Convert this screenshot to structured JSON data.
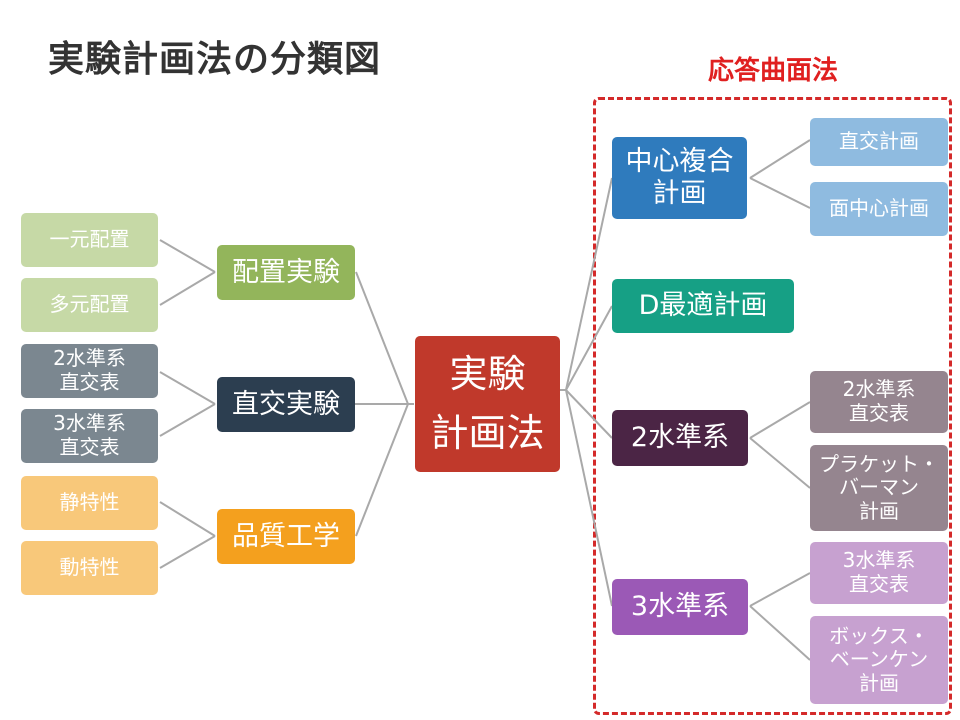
{
  "title": "実験計画法の分類図",
  "rsm_label": "応答曲面法",
  "colors": {
    "green": "#93b55b",
    "green_light": "#c6d9a6",
    "navy": "#2c3e50",
    "gray": "#7b8790",
    "orange": "#f4a01e",
    "orange_light": "#f8c87a",
    "red": "#c0392b",
    "blue": "#2f7bbd",
    "blue_light": "#8fbbe0",
    "teal": "#16a085",
    "plum": "#4b2545",
    "mauve": "#95858f",
    "purple": "#9b59b6",
    "lavender": "#c7a1d0",
    "line": "#a9a9a9",
    "dashed": "#d42a2a"
  },
  "nodes": {
    "root": "実験\n計画法",
    "placement": "配置実験",
    "one_way": "一元配置",
    "multi_way": "多元配置",
    "orthogonal": "直交実験",
    "orth2": "2水準系\n直交表",
    "orth3": "3水準系\n直交表",
    "quality": "品質工学",
    "static": "静特性",
    "dynamic": "動特性",
    "ccd": "中心複合\n計画",
    "ccd_orth": "直交計画",
    "ccd_face": "面中心計画",
    "d_opt": "D最適計画",
    "lvl2": "2水準系",
    "lvl2_orth": "2水準系\n直交表",
    "lvl2_pb": "プラケット・\nバーマン\n計画",
    "lvl3": "3水準系",
    "lvl3_orth": "3水準系\n直交表",
    "lvl3_bb": "ボックス・\nベーンケン\n計画"
  }
}
